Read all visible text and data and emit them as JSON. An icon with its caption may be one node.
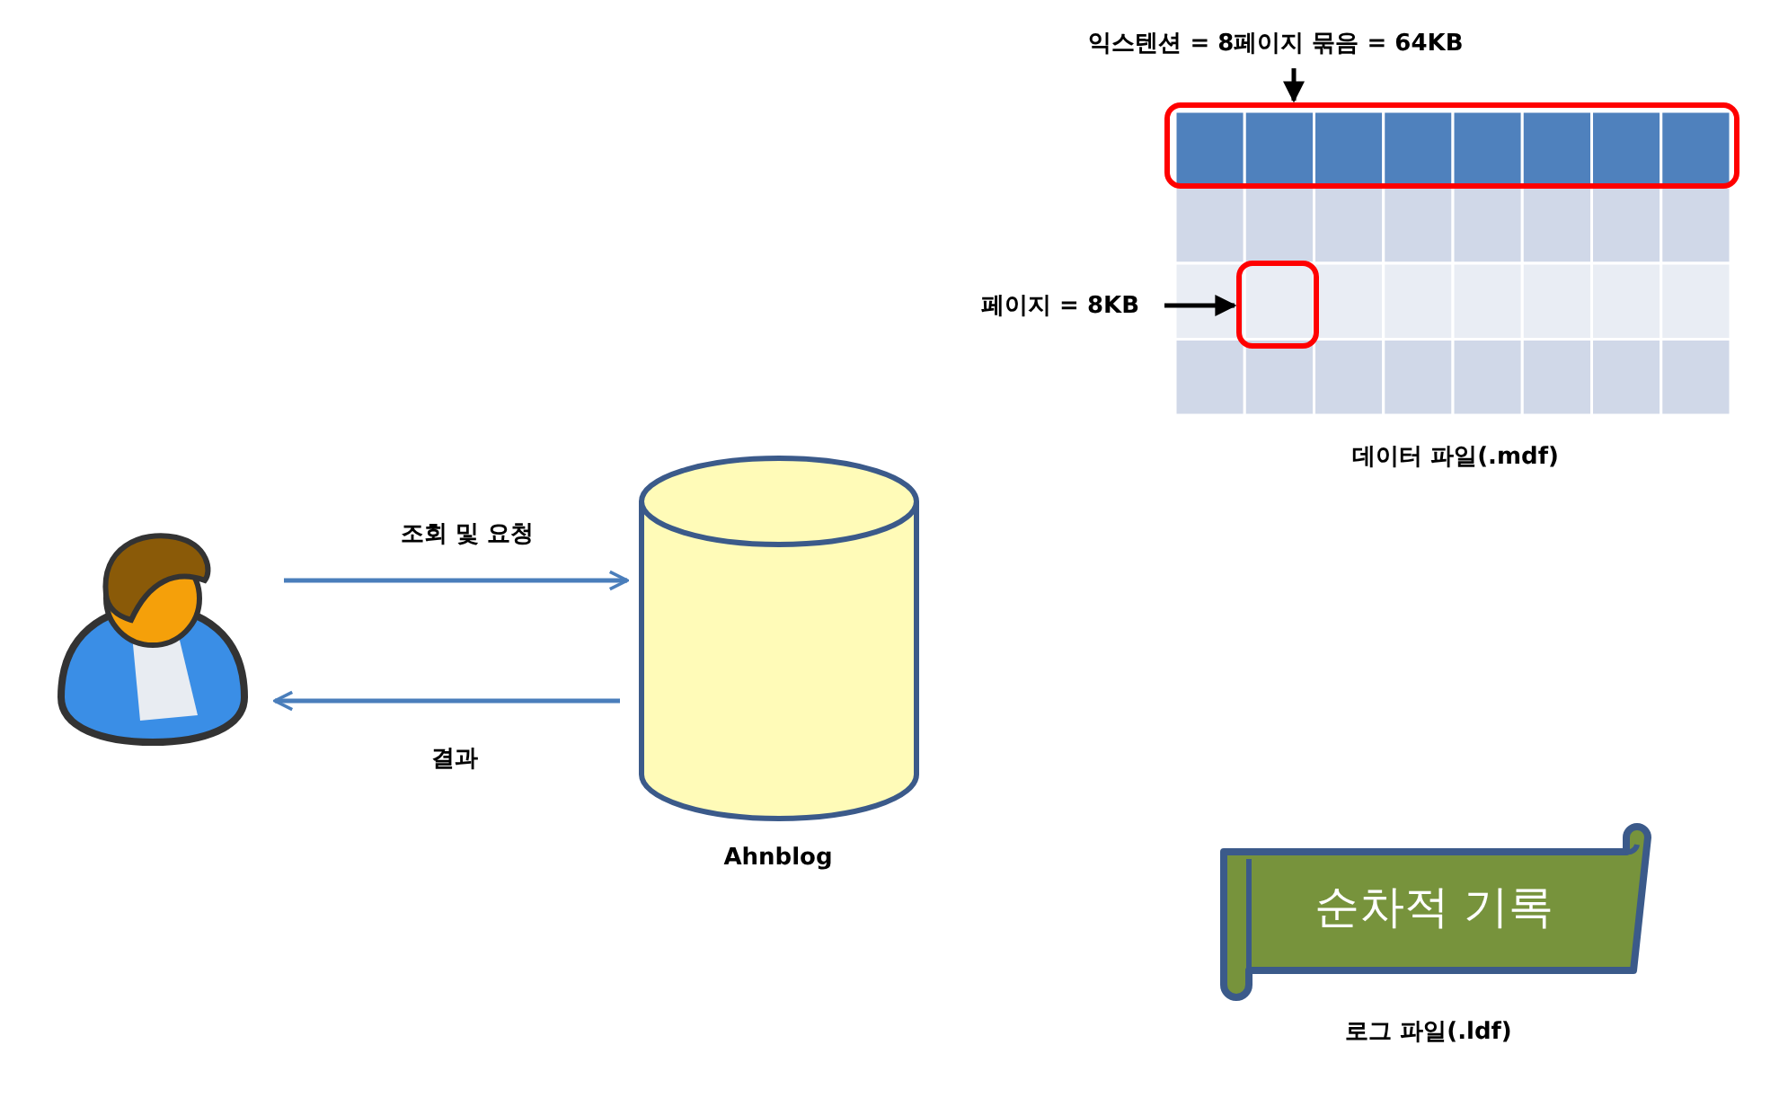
{
  "diagram": {
    "nodes": [
      {
        "text": [],
        "shape": "person"
      },
      {
        "text": [],
        "shape": "cylinder",
        "beside": [
          "Ahnblog"
        ]
      },
      {
        "text": [],
        "shape": "box",
        "beside": [
          "데이터 파일(.mdf)"
        ]
      },
      {
        "text": [
          "익스텐션 = 8페이지 묶음 = 64KB"
        ]
      },
      {
        "text": [],
        "shape": "box",
        "in": 2
      },
      {
        "text": [
          "페이지 = 8KB"
        ]
      },
      {
        "text": [],
        "shape": "box",
        "in": 2
      },
      {
        "text": [
          "순차적 기록"
        ],
        "beside": [
          "로그 파일(.ldf)"
        ]
      }
    ],
    "edges": [
      {
        "from": 0,
        "to": 1,
        "arrow": "to",
        "label": "조회 및 요청"
      },
      {
        "from": 1,
        "to": 0,
        "arrow": "to",
        "label": "결과"
      },
      {
        "from": 3,
        "to": 4,
        "arrow": "to",
        "color": "#000000"
      },
      {
        "from": 5,
        "to": 6,
        "arrow": "to",
        "color": "#000000"
      }
    ]
  }
}
